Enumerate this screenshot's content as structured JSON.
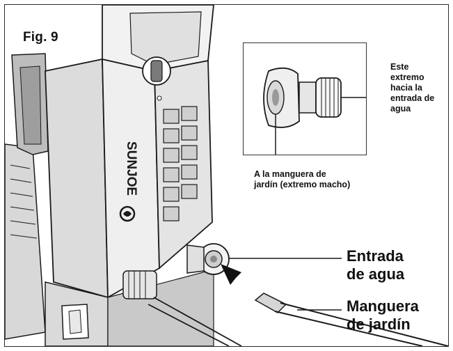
{
  "figure": {
    "title": "Fig. 9",
    "brand_logo_text": "SUNJOE"
  },
  "inset": {
    "label_water_end": "Este\nextremo\nhacia la\nentrada de\nagua",
    "label_garden_hose_end": "A la manguera de\njardín (extremo macho)"
  },
  "callouts": {
    "water_inlet": "Entrada\nde agua",
    "garden_hose": "Manguera\nde jardín"
  },
  "colors": {
    "line": "#1a1a1a",
    "body_light": "#eeeeee",
    "body_mid": "#cfcfcf",
    "body_dark": "#8a8a8a",
    "text": "#111111"
  }
}
